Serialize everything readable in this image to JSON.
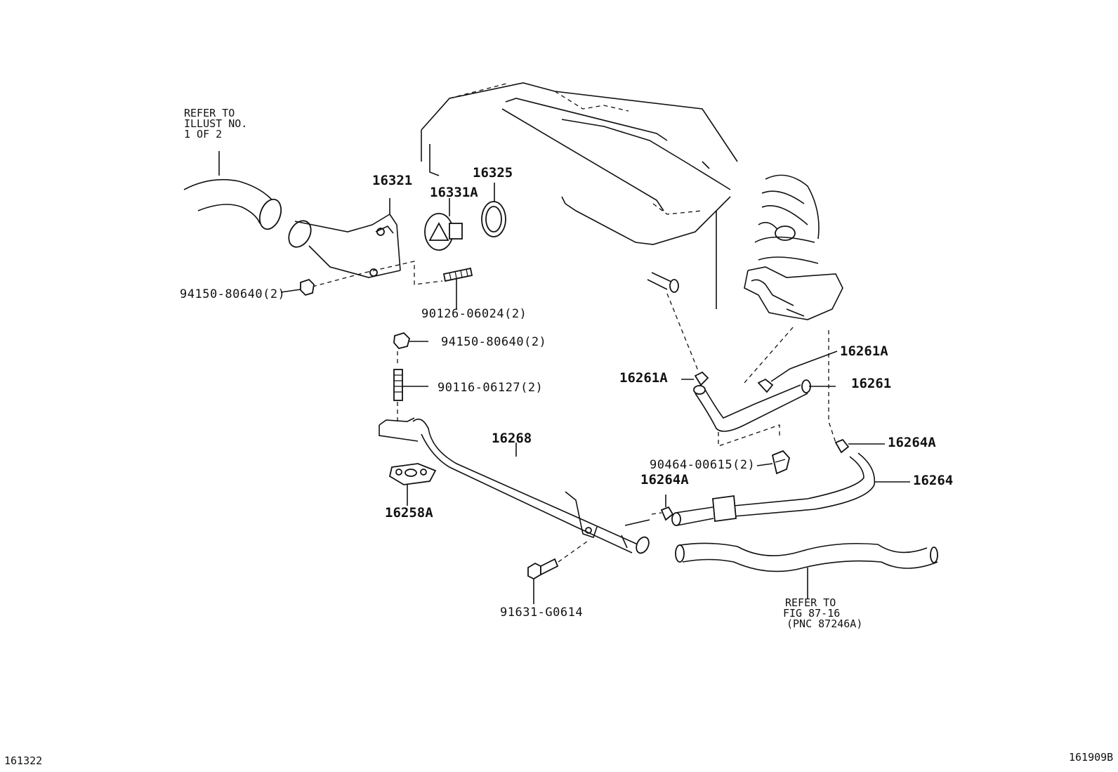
{
  "labels": {
    "refer_top": [
      "REFER TO",
      "ILLUST NO.",
      "1 OF 2"
    ],
    "p16321": "16321",
    "p16331A": "16331A",
    "p16325": "16325",
    "p94150_a": "94150-80640(2)",
    "p90126": "90126-06024(2)",
    "p94150_b": "94150-80640(2)",
    "p90116": "90116-06127(2)",
    "p16268": "16268",
    "p16258A": "16258A",
    "p91631": "91631-G0614",
    "p16261A_r": "16261A",
    "p16261A_l": "16261A",
    "p16261": "16261",
    "p16264A_r": "16264A",
    "p90464": "90464-00615(2)",
    "p16264A_l": "16264A",
    "p16264": "16264",
    "refer_bottom": [
      "REFER TO",
      "FIG 87-16",
      "(PNC 87246A)"
    ],
    "footer_left": "161322",
    "footer_right": "161909B"
  }
}
